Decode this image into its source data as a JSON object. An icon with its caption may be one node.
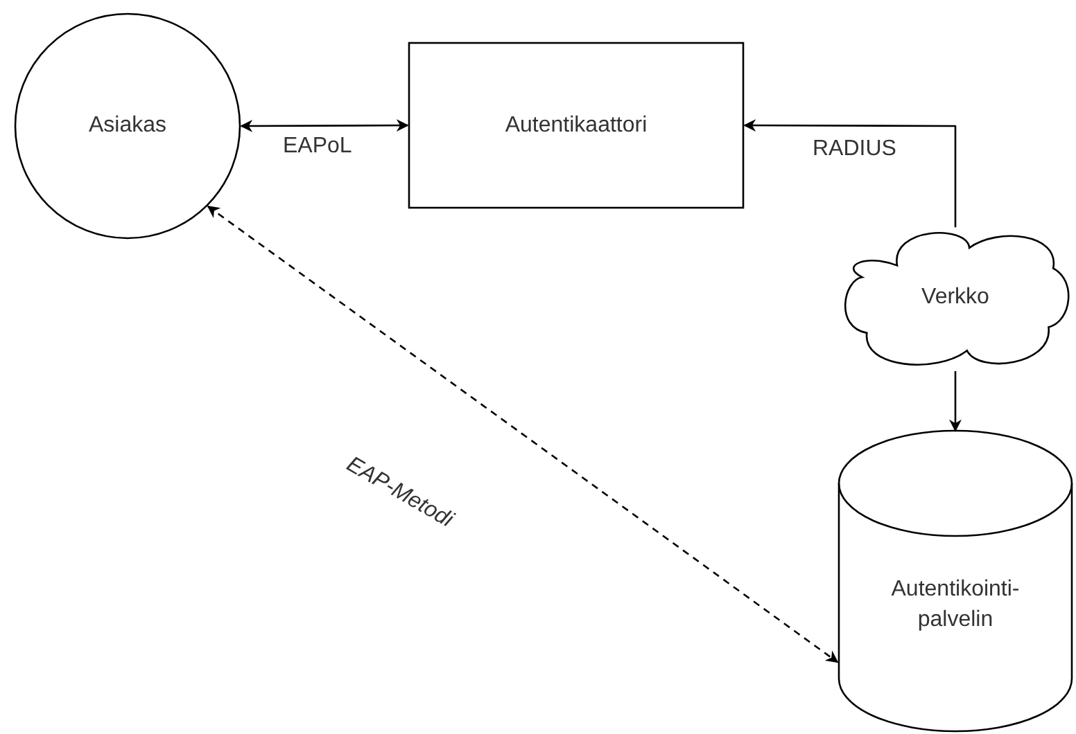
{
  "diagram": {
    "nodes": [
      {
        "text": [
          "Asiakas"
        ]
      },
      {
        "text": [
          "Autentikaattori"
        ]
      },
      {
        "text": [
          "Verkko"
        ]
      },
      {
        "text": [
          "Autentikointi- palvelin"
        ]
      }
    ],
    "edges": [
      {
        "from": 0,
        "to": 1,
        "arrow": "both",
        "label": "EAPoL"
      },
      {
        "from": 2,
        "to": 1,
        "arrow": "to",
        "label": "RADIUS"
      },
      {
        "from": 2,
        "to": 3,
        "arrow": "to"
      },
      {
        "from": 0,
        "to": 3,
        "arrow": "both",
        "style": "dashed",
        "label": "EAP-Metodi"
      }
    ]
  }
}
